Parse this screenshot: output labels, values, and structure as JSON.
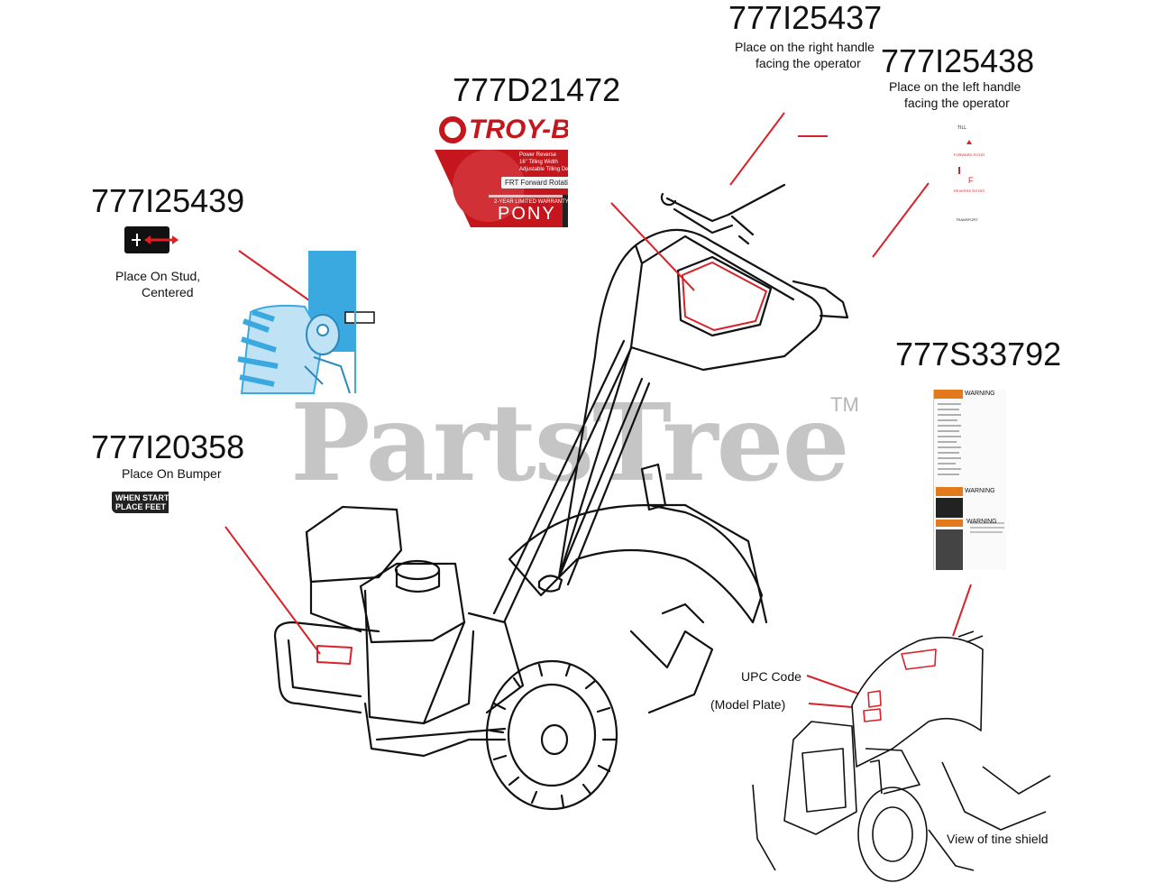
{
  "watermark": {
    "text": "PartsTree",
    "trademark": "TM"
  },
  "decals": {
    "right_handle": {
      "part_number": "777I25437",
      "caption_line1": "Place on the right handle",
      "caption_line2": "facing the operator"
    },
    "left_handle": {
      "part_number": "777I25438",
      "caption_line1": "Place on the left handle",
      "caption_line2": "facing the operator",
      "labels": [
        "TILL",
        "FORWARD ROTATING",
        "F",
        "REVERSE ROTATING",
        "TRANSPORT"
      ]
    },
    "console": {
      "part_number": "777D21472",
      "brand": "TROY-BILT",
      "lines": [
        "Power Reverse",
        "16\" Tilling Width",
        "Adjustable Tilling Depth"
      ],
      "rotation": "FRT Forward Rotating",
      "warranty": "2-YEAR LIMITED WARRANTY",
      "model": "PONY"
    },
    "stud": {
      "part_number": "777I25439",
      "caption_line1": "Place On Stud,",
      "caption_line2": "Centered"
    },
    "bumper": {
      "part_number": "777I20358",
      "caption": "Place On Bumper",
      "decal_line1": "WHEN STARTING",
      "decal_line2": "PLACE FEET"
    },
    "tine_shield": {
      "part_number": "777S33792",
      "warning_word": "WARNING"
    }
  },
  "callouts": {
    "upc_code": "UPC Code",
    "model_plate": "(Model Plate)",
    "view_caption": "View of tine shield"
  },
  "colors": {
    "leader_red": "#d8222a",
    "brand_red": "#c4161c",
    "stud_blue": "#3aa9e0",
    "warning_orange": "#e27a1b"
  }
}
